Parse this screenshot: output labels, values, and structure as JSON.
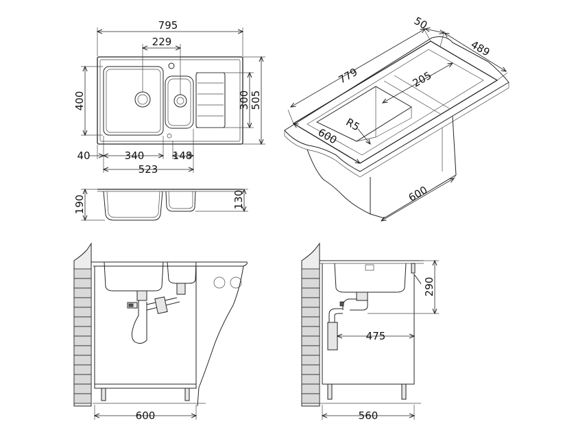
{
  "top_view": {
    "overall_width": "795",
    "drain_spacing": "229",
    "bowl_depth": "400",
    "inner_depth": "300",
    "overall_depth": "505",
    "edge_offset": "40",
    "main_bowl_width": "340",
    "small_bowl_width": "148",
    "bowls_total_width": "523"
  },
  "side_view": {
    "main_bowl_height": "190",
    "small_bowl_height": "130"
  },
  "iso_view": {
    "flange_width": "50",
    "depth": "489",
    "length": "779",
    "drainer_width": "205",
    "corner_radius": "R5",
    "cabinet_width": "600",
    "cabinet_depth": "600"
  },
  "front_install": {
    "cabinet_width": "600"
  },
  "side_install": {
    "height": "290",
    "drain_offset": "475",
    "cabinet_depth": "560"
  }
}
